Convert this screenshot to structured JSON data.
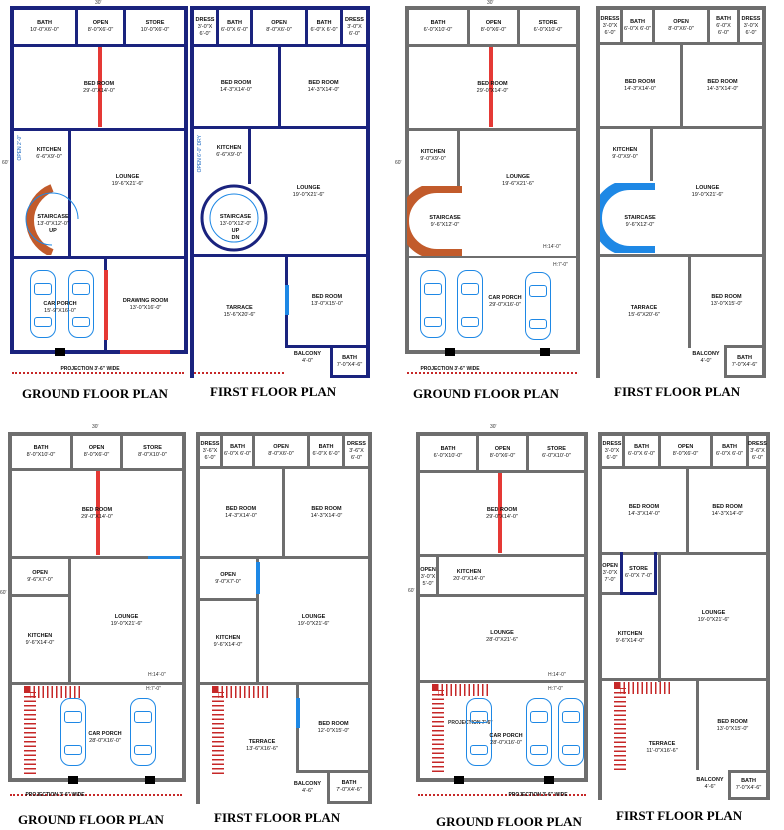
{
  "titles": {
    "g1": "GROUND FLOOR PLAN",
    "f1": "FIRST FLOOR PLAN",
    "g2": "GROUND FLOOR PLAN",
    "f2": "FIRST FLOOR PLAN",
    "g3": "GROUND FLOOR PLAN",
    "f3": "FIRST FLOOR PLAN",
    "g4": "GROUND FLOOR PLAN",
    "f4": "FIRST FLOOR PLAN"
  },
  "dims": {
    "width_30": "30'",
    "depth_60": "60'"
  },
  "g1": {
    "bath": {
      "name": "BATH",
      "dim": "10'-0\"X6'-0\""
    },
    "open": {
      "name": "OPEN",
      "dim": "8'-0\"X6'-0\""
    },
    "store": {
      "name": "STORE",
      "dim": "10'-0\"X6'-0\""
    },
    "bed": {
      "name": "BED ROOM",
      "dim": "29'-0\"X14'-0\""
    },
    "kitchen": {
      "name": "KITCHEN",
      "dim": "6'-6\"X9'-0\""
    },
    "open_side": "OPEN 2'-0\"",
    "lounge": {
      "name": "LOUNGE",
      "dim": "19'-6\"X21'-6\""
    },
    "stair": {
      "name": "STAIRCASE",
      "dim": "13'-0\"X12'-0\"",
      "up": "UP"
    },
    "car": {
      "name": "CAR PORCH",
      "dim": "15'-9\"X16'-0\""
    },
    "drawing": {
      "name": "DRAWING ROOM",
      "dim": "13'-0\"X16'-0\""
    },
    "proj": "PROJECTION 3'-6\" WIDE"
  },
  "f1": {
    "dress1": {
      "name": "DRESS",
      "dim": "3'-0\"X 6'-0\""
    },
    "bath1": {
      "name": "BATH",
      "dim": "6'-0\"X 6'-0\""
    },
    "open": {
      "name": "OPEN",
      "dim": "8'-0\"X6'-0\""
    },
    "bath2": {
      "name": "BATH",
      "dim": "6'-0\"X 6'-0\""
    },
    "dress2": {
      "name": "DRESS",
      "dim": "3'-0\"X 6'-0\""
    },
    "bed1": {
      "name": "BED ROOM",
      "dim": "14'-3\"X14'-0\""
    },
    "bed2": {
      "name": "BED ROOM",
      "dim": "14'-3\"X14'-0\""
    },
    "kitchen": {
      "name": "KITCHEN",
      "dim": "6'-6\"X9'-0\""
    },
    "open_side": "OPEN 6'-0\" DRY",
    "lounge": {
      "name": "LOUNGE",
      "dim": "19'-0\"X21'-6\""
    },
    "stair": {
      "name": "STAIRCASE",
      "dim": "13'-0\"X12'-0\"",
      "up": "UP",
      "dn": "DN"
    },
    "terrace": {
      "name": "TARRACE",
      "dim": "15'-6\"X20'-6\""
    },
    "bed3": {
      "name": "BED ROOM",
      "dim": "13'-0\"X15'-0\""
    },
    "balcony": {
      "name": "BALCONY",
      "dim": "4'-0\""
    },
    "bath3": {
      "name": "BATH",
      "dim": "7'-0\"X4'-6\""
    }
  },
  "g2": {
    "bath": {
      "name": "BATH",
      "dim": "6'-0\"X10'-0\""
    },
    "open": {
      "name": "OPEN",
      "dim": "8'-0\"X6'-0\""
    },
    "store": {
      "name": "STORE",
      "dim": "6'-0\"X10'-0\""
    },
    "bed": {
      "name": "BED ROOM",
      "dim": "29'-0\"X14'-0\""
    },
    "kitchen": {
      "name": "KITCHEN",
      "dim": "9'-0\"X9'-0\""
    },
    "lounge": {
      "name": "LOUNGE",
      "dim": "19'-6\"X21'-6\""
    },
    "stair": {
      "name": "STAIRCASE",
      "dim": "9'-6\"X12'-0\""
    },
    "h14": "H:14'-0\"",
    "h7": "H:7'-0\"",
    "car": {
      "name": "CAR PORCH",
      "dim": "29'-0\"X16'-0\""
    },
    "proj": "PROJECTION 3'-6\" WIDE"
  },
  "f2": {
    "dress1": {
      "name": "DRESS",
      "dim": "3'-0\"X 6'-0\""
    },
    "bath1": {
      "name": "BATH",
      "dim": "6'-0\"X 6'-0\""
    },
    "open": {
      "name": "OPEN",
      "dim": "8'-0\"X6'-0\""
    },
    "bath2": {
      "name": "BATH",
      "dim": "6'-0\"X 6'-0\""
    },
    "dress2": {
      "name": "DRESS",
      "dim": "3'-0\"X 6'-0\""
    },
    "bed1": {
      "name": "BED ROOM",
      "dim": "14'-3\"X14'-0\""
    },
    "bed2": {
      "name": "BED ROOM",
      "dim": "14'-3\"X14'-0\""
    },
    "kitchen": {
      "name": "KITCHEN",
      "dim": "9'-0\"X9'-0\""
    },
    "lounge": {
      "name": "LOUNGE",
      "dim": "19'-0\"X21'-6\""
    },
    "stair": {
      "name": "STAIRCASE",
      "dim": "9'-6\"X12'-0\""
    },
    "terrace": {
      "name": "TARRACE",
      "dim": "15'-6\"X20'-6\""
    },
    "bed3": {
      "name": "BED ROOM",
      "dim": "13'-0\"X15'-0\""
    },
    "balcony": {
      "name": "BALCONY",
      "dim": "4'-0\""
    },
    "bath3": {
      "name": "BATH",
      "dim": "7'-0\"X4'-6\""
    }
  },
  "g3": {
    "bath": {
      "name": "BATH",
      "dim": "8'-0\"X10'-0\""
    },
    "open": {
      "name": "OPEN",
      "dim": "8'-0\"X6'-0\""
    },
    "store": {
      "name": "STORE",
      "dim": "8'-0\"X10'-0\""
    },
    "bed": {
      "name": "BED ROOM",
      "dim": "29'-0\"X14'-0\""
    },
    "open2": {
      "name": "OPEN",
      "dim": "9'-6\"X7'-0\""
    },
    "lounge": {
      "name": "LOUNGE",
      "dim": "19'-0\"X21'-6\""
    },
    "kitchen": {
      "name": "KITCHEN",
      "dim": "9'-6\"X14'-0\""
    },
    "h14": "H:14'-0\"",
    "h7": "H:7'-0\"",
    "car": {
      "name": "CAR PORCH",
      "dim": "28'-0\"X16'-0\""
    },
    "proj": "PROJECTION 3'-6\" WIDE"
  },
  "f3": {
    "dress1": {
      "name": "DRESS",
      "dim": "3'-6\"X 6'-0\""
    },
    "bath1": {
      "name": "BATH",
      "dim": "6'-0\"X 6'-0\""
    },
    "open": {
      "name": "OPEN",
      "dim": "8'-0\"X6'-0\""
    },
    "bath2": {
      "name": "BATH",
      "dim": "6'-0\"X 6'-0\""
    },
    "dress2": {
      "name": "DRESS",
      "dim": "3'-6\"X 6'-0\""
    },
    "bed1": {
      "name": "BED ROOM",
      "dim": "14'-3\"X14'-0\""
    },
    "bed2": {
      "name": "BED ROOM",
      "dim": "14'-3\"X14'-0\""
    },
    "open2": {
      "name": "OPEN",
      "dim": "9'-0\"X7'-0\""
    },
    "lounge": {
      "name": "LOUNGE",
      "dim": "19'-0\"X21'-6\""
    },
    "kitchen": {
      "name": "KITCHEN",
      "dim": "9'-6\"X14'-0\""
    },
    "terrace": {
      "name": "TERRACE",
      "dim": "13'-6\"X16'-6\""
    },
    "bed3": {
      "name": "BED ROOM",
      "dim": "12'-0\"X15'-0\""
    },
    "balcony": {
      "name": "BALCONY",
      "dim": "4'-6\""
    },
    "bath3": {
      "name": "BATH",
      "dim": "7'-0\"X4'-6\""
    }
  },
  "g4": {
    "bath": {
      "name": "BATH",
      "dim": "6'-0\"X10'-0\""
    },
    "open": {
      "name": "OPEN",
      "dim": "8'-0\"X6'-0\""
    },
    "store": {
      "name": "STORE",
      "dim": "6'-0\"X10'-0\""
    },
    "bed": {
      "name": "BED ROOM",
      "dim": "29'-0\"X14'-0\""
    },
    "open2": {
      "name": "OPEN",
      "dim": "3'-0\"X 5'-0\""
    },
    "kitchen": {
      "name": "KITCHEN",
      "dim": "20'-0\"X14'-0\""
    },
    "lounge": {
      "name": "LOUNGE",
      "dim": "28'-0\"X21'-6\""
    },
    "h14": "H:14'-0\"",
    "h7": "H:7'-0\"",
    "proj7": "PROJECTION 7'-6\"",
    "car": {
      "name": "CAR PORCH",
      "dim": "28'-0\"X16'-0\""
    },
    "proj": "PROJECTION 3'-6\" WIDE"
  },
  "f4": {
    "dress1": {
      "name": "DRESS",
      "dim": "3'-0\"X 6'-0\""
    },
    "bath1": {
      "name": "BATH",
      "dim": "6'-0\"X 6'-0\""
    },
    "open": {
      "name": "OPEN",
      "dim": "8'-0\"X6'-0\""
    },
    "bath2": {
      "name": "BATH",
      "dim": "6'-0\"X 6'-0\""
    },
    "dress2": {
      "name": "DRESS",
      "dim": "3'-6\"X 6'-0\""
    },
    "bed1": {
      "name": "BED ROOM",
      "dim": "14'-3\"X14'-0\""
    },
    "bed2": {
      "name": "BED ROOM",
      "dim": "14'-3\"X14'-0\""
    },
    "open2": {
      "name": "OPEN",
      "dim": "3'-0\"X 7'-0\""
    },
    "store": {
      "name": "STORE",
      "dim": "6'-0\"X 7'-0\""
    },
    "lounge": {
      "name": "LOUNGE",
      "dim": "19'-0\"X21'-6\""
    },
    "kitchen": {
      "name": "KITCHEN",
      "dim": "9'-6\"X14'-0\""
    },
    "terrace": {
      "name": "TERRACE",
      "dim": "11'-0\"X16'-6\""
    },
    "bed3": {
      "name": "BED ROOM",
      "dim": "13'-0\"X15'-0\""
    },
    "balcony": {
      "name": "BALCONY",
      "dim": "4'-6\""
    },
    "bath3": {
      "name": "BATH",
      "dim": "7'-0\"X4'-6\""
    }
  }
}
